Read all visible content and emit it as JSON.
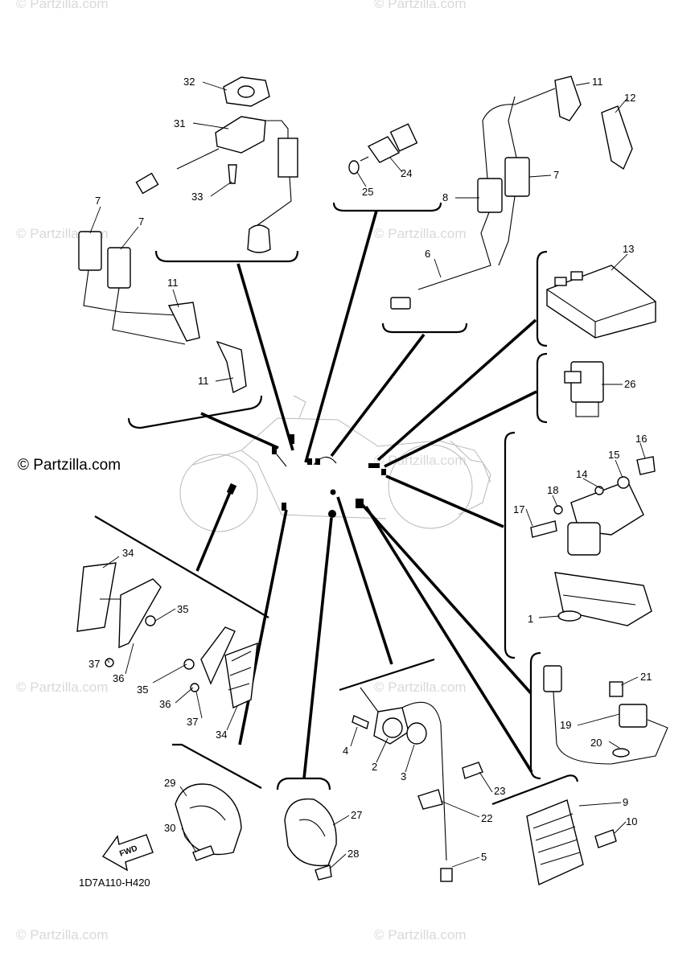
{
  "watermark_text": "© Partzilla.com",
  "credit_text": "© Partzilla.com",
  "diagram_code": "1D7A110-H420",
  "fwd_label": "FWD",
  "colors": {
    "line": "#000000",
    "watermark": "#d9d9d9",
    "frame_ghost": "#b8b8b8"
  },
  "callouts": {
    "n1": "1",
    "n2": "2",
    "n3": "3",
    "n4": "4",
    "n5": "5",
    "n6": "6",
    "n7a": "7",
    "n7b": "7",
    "n7c": "7",
    "n8": "8",
    "n9": "9",
    "n10": "10",
    "n11a": "11",
    "n11b": "11",
    "n11c": "11",
    "n12": "12",
    "n13": "13",
    "n14": "14",
    "n15": "15",
    "n16": "16",
    "n17": "17",
    "n18": "18",
    "n19": "19",
    "n20": "20",
    "n21": "21",
    "n22": "22",
    "n23": "23",
    "n24": "24",
    "n25": "25",
    "n26": "26",
    "n27": "27",
    "n28": "28",
    "n29": "29",
    "n30": "30",
    "n31": "31",
    "n32": "32",
    "n33": "33",
    "n34a": "34",
    "n34b": "34",
    "n35a": "35",
    "n35b": "35",
    "n36a": "36",
    "n36b": "36",
    "n37a": "37",
    "n37b": "37"
  }
}
